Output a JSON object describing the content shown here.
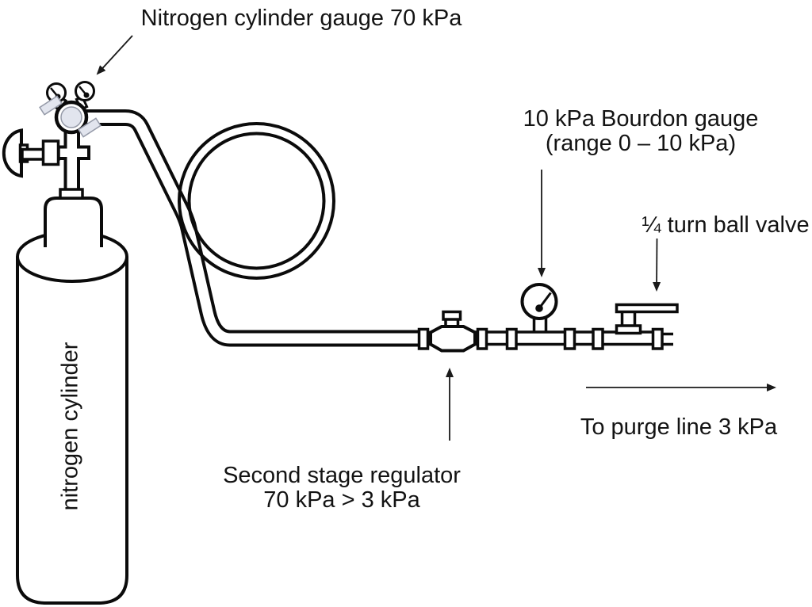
{
  "diagram": {
    "title_context": "Nitrogen purge gas supply diagram",
    "labels": {
      "cylinder_gauge": "Nitrogen cylinder gauge 70 kPa",
      "bourdon_line1": "10 kPa Bourdon gauge",
      "bourdon_line2": "(range 0 – 10 kPa)",
      "ball_valve": "¼ turn ball valve",
      "purge_line": "To purge line 3 kPa",
      "regulator_line1": "Second stage regulator",
      "regulator_line2": "70 kPa > 3 kPa",
      "cylinder_body": "nitrogen cylinder"
    },
    "values": {
      "cylinder_gauge_pressure_kpa": 70,
      "bourdon_range_kpa": [
        0,
        10
      ],
      "regulator_in_kpa": 70,
      "regulator_out_kpa": 3,
      "purge_line_kpa": 3
    },
    "colors": {
      "line": "#0b0b0b",
      "text": "#131313",
      "handle_fill": "#e2e5ee",
      "handle_stroke": "#959aa8",
      "background": "#ffffff"
    }
  }
}
